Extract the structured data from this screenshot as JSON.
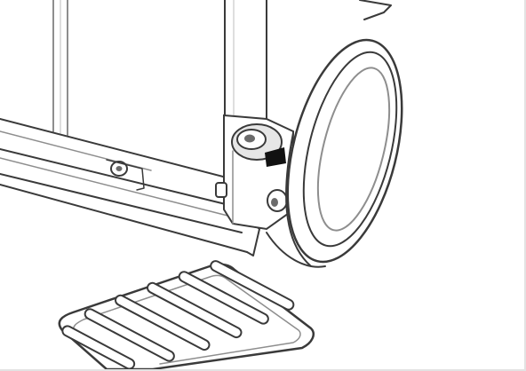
{
  "colors": {
    "background": "#ffffff",
    "line": "#3a3a3a",
    "line_light": "#8e8e8e",
    "line_faint": "#bdbdbd",
    "shade": "#e6e6e6",
    "shade_dark": "#6b6b6b",
    "ink": "#111111"
  },
  "icons": {
    "rail": "frame-rail-illustration",
    "post": "vertical-post-illustration",
    "clamp": "clamp-knob-illustration",
    "ring": "ring-disc-illustration",
    "grille": "slotted-grille-illustration"
  }
}
